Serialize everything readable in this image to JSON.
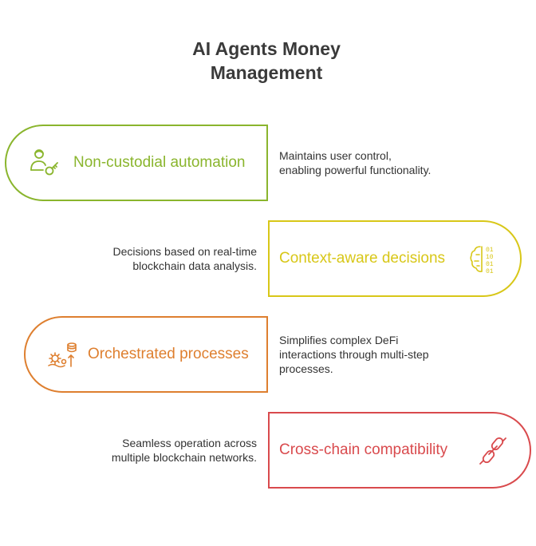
{
  "title": {
    "line1": "AI Agents Money",
    "line2": "Management"
  },
  "colors": {
    "green": "#8ab52d",
    "yellow": "#d8c718",
    "orange": "#de7f2f",
    "red": "#d94a4d",
    "text": "#333333"
  },
  "items": [
    {
      "label": "Non-custodial automation",
      "icon": "person-key-icon",
      "description": [
        "Maintains user control,",
        "enabling powerful functionality."
      ]
    },
    {
      "label": "Context-aware decisions",
      "icon": "brain-binary-icon",
      "description": [
        "Decisions based on real-time",
        "blockchain data analysis."
      ]
    },
    {
      "label": "Orchestrated processes",
      "icon": "gears-coins-icon",
      "description": [
        "Simplifies complex DeFi",
        "interactions through multi-step",
        "processes."
      ]
    },
    {
      "label": "Cross-chain compatibility",
      "icon": "chain-link-icon",
      "description": [
        "Seamless operation across",
        "multiple blockchain networks."
      ]
    }
  ]
}
